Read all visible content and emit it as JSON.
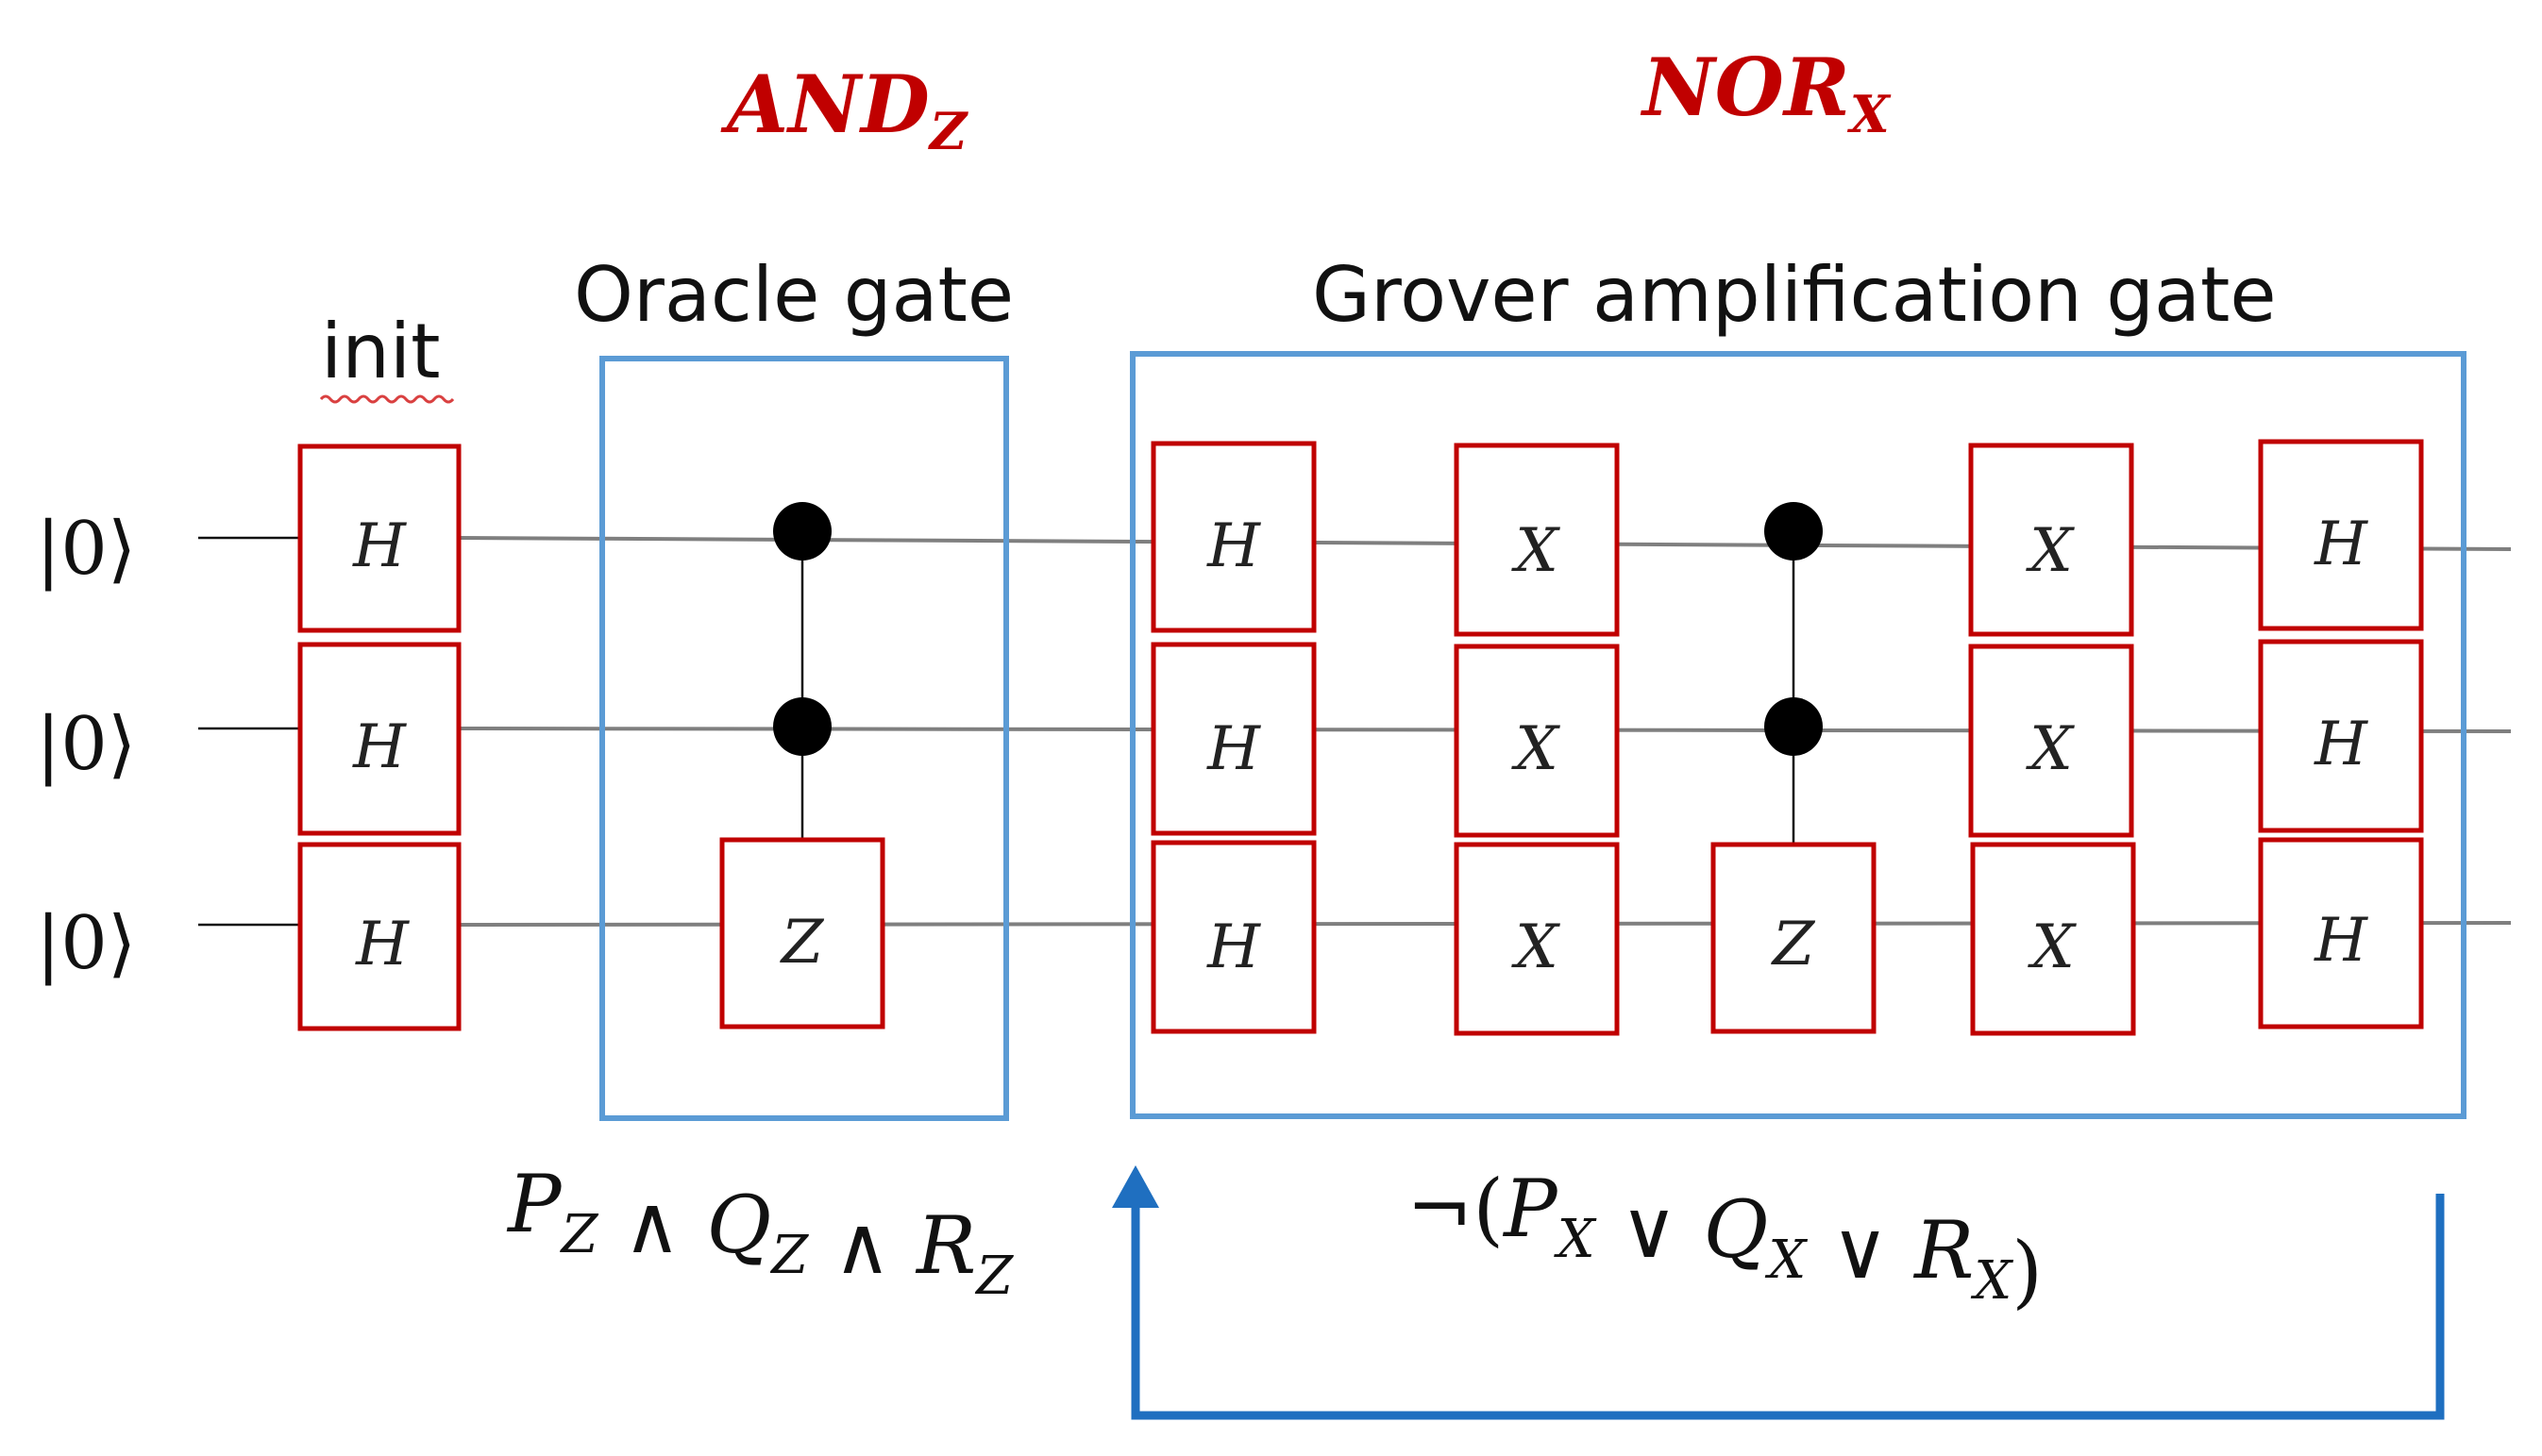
{
  "headers": {
    "and_main": "AND",
    "and_sub": "Z",
    "nor_main": "NOR",
    "nor_sub": "X"
  },
  "captions": {
    "init": "init",
    "oracle": "Oracle gate",
    "grover": "Grover amplification gate"
  },
  "qubits": [
    "|0⟩",
    "|0⟩",
    "|0⟩"
  ],
  "gates": {
    "init": [
      "H",
      "H",
      "H"
    ],
    "oracle_target": "Z",
    "grover_h1": [
      "H",
      "H",
      "H"
    ],
    "grover_x1": [
      "X",
      "X",
      "X"
    ],
    "grover_target": "Z",
    "grover_x2": [
      "X",
      "X",
      "X"
    ],
    "grover_h2": [
      "H",
      "H",
      "H"
    ]
  },
  "formulas": {
    "oracle": [
      {
        "t": "P",
        "s": "Z"
      },
      {
        "t": " ∧ "
      },
      {
        "t": "Q",
        "s": "Z"
      },
      {
        "t": " ∧ "
      },
      {
        "t": "R",
        "s": "Z"
      }
    ],
    "grover": [
      {
        "t": "¬("
      },
      {
        "t": "P",
        "s": "X"
      },
      {
        "t": " ∨ "
      },
      {
        "t": "Q",
        "s": "X"
      },
      {
        "t": " ∨ "
      },
      {
        "t": "R",
        "s": "X"
      },
      {
        "t": ")"
      }
    ]
  },
  "colors": {
    "gate_border": "#c00000",
    "group_box": "#5b9bd5",
    "loop_arrow": "#1f6fc0",
    "header_text": "#c00000"
  }
}
